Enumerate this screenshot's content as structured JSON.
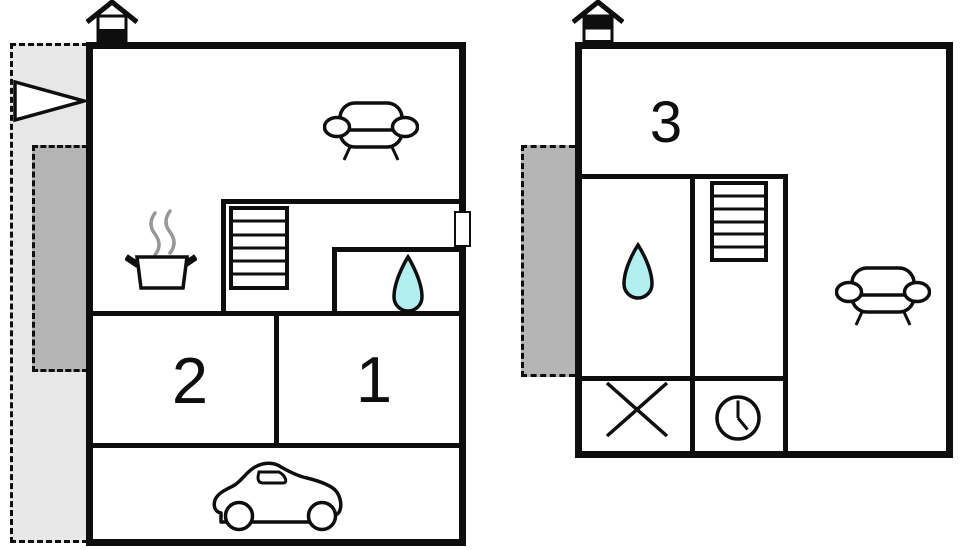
{
  "document": {
    "type": "floor-plan",
    "background": "#ffffff"
  },
  "colors": {
    "wall": "#0e0e0e",
    "terrace_light_fill": "#e7e7e7",
    "terrace_dark_fill": "#b5b5b5",
    "water_drop_fill": "#b2f0f0",
    "steam_stroke": "#979797"
  },
  "ground_floor": {
    "name": "ground-floor-plan",
    "room_labels": [
      {
        "label": "2"
      },
      {
        "label": "1"
      }
    ],
    "icons": [
      "floor-level-indicator-ground-icon",
      "entrance-arrow-icon",
      "sofa-icon",
      "cooking-pot-icon",
      "stairs-icon",
      "water-drop-icon",
      "door-marker",
      "car-icon"
    ]
  },
  "upper_floor": {
    "name": "upper-floor-plan",
    "room_labels": [
      {
        "label": "3"
      }
    ],
    "icons": [
      "floor-level-indicator-upper-icon",
      "stairs-icon",
      "water-drop-icon",
      "cross-mark-icon",
      "clock-icon",
      "sofa-icon"
    ]
  }
}
